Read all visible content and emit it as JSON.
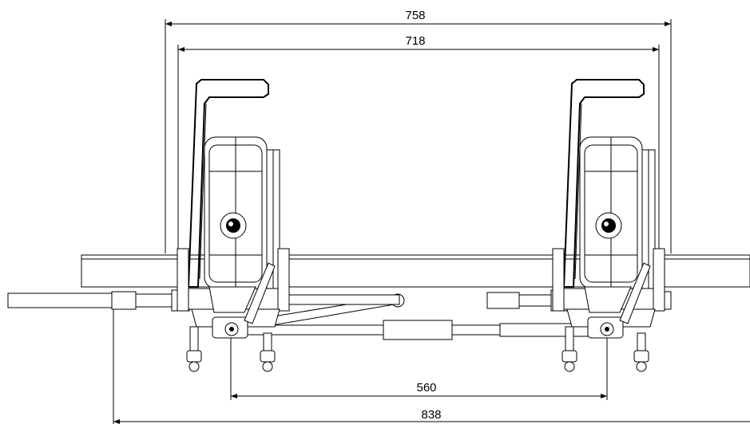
{
  "drawing": {
    "dimensions": {
      "outer_top": "758",
      "inner_top": "718",
      "bottom_inner": "560",
      "bottom_outer": "838"
    }
  }
}
